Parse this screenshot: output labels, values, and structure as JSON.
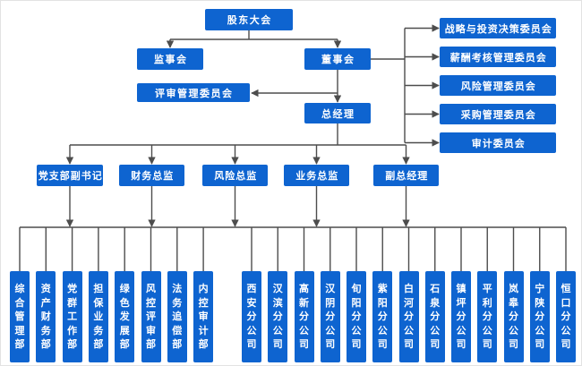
{
  "palette": {
    "box_blue": "#0e64d0",
    "text_white": "#ffffff",
    "line_gray": "#4d4d4d",
    "background": "#ffffff"
  },
  "top": {
    "shareholders": "股东大会",
    "supervisory": "监事会",
    "board": "董事会",
    "review_committee": "评审管理委员会",
    "general_manager": "总经理"
  },
  "committees": [
    "战略与投资决策委员会",
    "薪酬考核管理委员会",
    "风险管理委员会",
    "采购管理委员会",
    "审计委员会"
  ],
  "executives": [
    "党支部副书记",
    "财务总监",
    "风险总监",
    "业务总监",
    "副总经理"
  ],
  "departments": [
    "综合管理部",
    "资产财务部",
    "党群工作部",
    "担保业务部",
    "绿色发展部",
    "风控评审部",
    "法务追偿部",
    "内控审计部"
  ],
  "branches": [
    "西安分公司",
    "汉滨分公司",
    "高新分公司",
    "汉阴分公司",
    "旬阳分公司",
    "紫阳分公司",
    "白河分公司",
    "石泉分公司",
    "镇坪分公司",
    "平利分公司",
    "岚皋分公司",
    "宁陕分公司",
    "恒口分公司"
  ]
}
